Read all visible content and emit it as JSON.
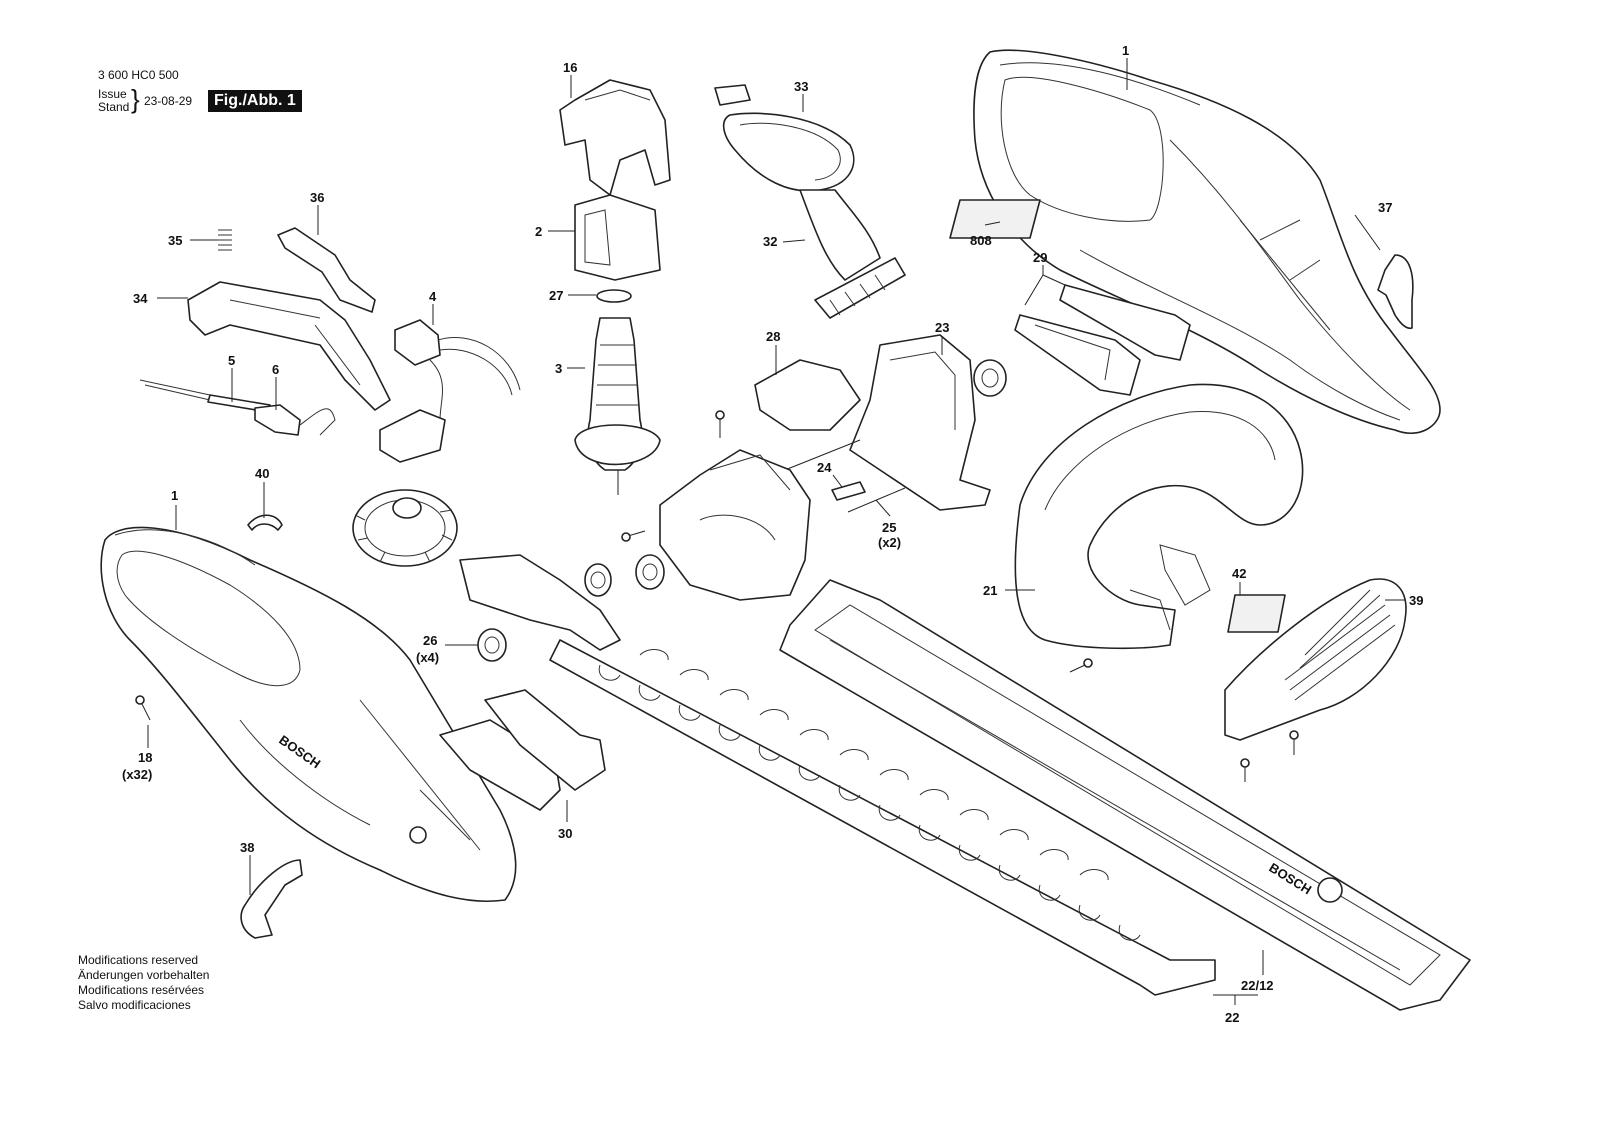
{
  "header": {
    "part_code": "3 600 HC0 500",
    "issue_label": "Issue",
    "stand_label": "Stand",
    "date": "23-08-29",
    "figure_label": "Fig./Abb. 1"
  },
  "footer": {
    "lines": [
      "Modifications reserved",
      "Änderungen vorbehalten",
      "Modifications resérvées",
      "Salvo modificaciones"
    ]
  },
  "callouts": {
    "c1a": "1",
    "c1b": "1",
    "c2": "2",
    "c3": "3",
    "c4": "4",
    "c5": "5",
    "c6": "6",
    "c16": "16",
    "c18": "18",
    "c18q": "(x32)",
    "c21": "21",
    "c22": "22",
    "c2212": "22/12",
    "c23": "23",
    "c24": "24",
    "c25": "25",
    "c25q": "(x2)",
    "c26": "26",
    "c26q": "(x4)",
    "c27": "27",
    "c28": "28",
    "c29": "29",
    "c30": "30",
    "c32": "32",
    "c33": "33",
    "c34": "34",
    "c35": "35",
    "c36": "36",
    "c37": "37",
    "c38": "38",
    "c39": "39",
    "c40": "40",
    "c42": "42",
    "c808": "808"
  },
  "brand": {
    "logo_text_handle": "BOSCH",
    "logo_text_guard": "BOSCH"
  }
}
